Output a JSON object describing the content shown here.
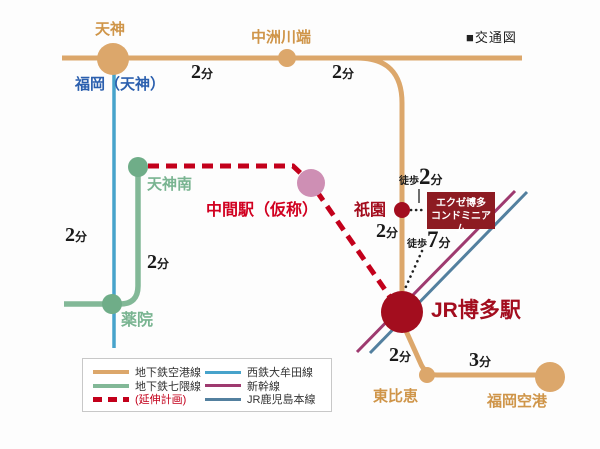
{
  "title": "■交通図",
  "colors": {
    "airport_line": "#DCA76B",
    "nanakuma_line": "#82B897",
    "extension_plan": "#C3001B",
    "nishitetsu_line": "#47A3CB",
    "shinkansen": "#9E3A6F",
    "jr_kagoshima_line": "#53809F",
    "station_dark_red": "#A30D1E",
    "property_box": "#8D1B22",
    "chukan_station_pink": "#CE8FB4",
    "label_orange": "#CF9549",
    "label_green": "#79B491",
    "label_blue": "#2B5FAE",
    "label_red": "#D10020"
  },
  "stations": {
    "tenjin": "天神",
    "nakasu_kawabata": "中洲川端",
    "fukuoka_tenjin": "福岡（天神）",
    "tenjin_minami": "天神南",
    "chukan": "中間駅（仮称）",
    "gion": "祇園",
    "yakuin": "薬院",
    "jr_hakata": "JR博多駅",
    "higashi_hie": "東比恵",
    "fukuoka_airport": "福岡空港"
  },
  "property": {
    "line1": "エクゼ博多",
    "line2": "コンドミニアム"
  },
  "times": {
    "tenjin_nakasu": {
      "num": "2",
      "unit": "分"
    },
    "nakasu_branch": {
      "num": "2",
      "unit": "分"
    },
    "nishitetsu_seg": {
      "num": "2",
      "unit": "分"
    },
    "nanakuma_seg": {
      "num": "2",
      "unit": "分"
    },
    "gion_hakata": {
      "num": "2",
      "unit": "分"
    },
    "hakata_higashihie": {
      "num": "2",
      "unit": "分"
    },
    "higashihie_airport": {
      "num": "3",
      "unit": "分"
    },
    "walk_gion": {
      "prefix": "徒歩",
      "num": "2",
      "unit": "分"
    },
    "walk_hakata": {
      "prefix": "徒歩",
      "num": "7",
      "unit": "分"
    }
  },
  "legend": {
    "airport": "地下鉄空港線",
    "nanakuma": "地下鉄七隈線",
    "extension": "(延伸計画)",
    "nishitetsu": "西鉄大牟田線",
    "shinkansen": "新幹線",
    "jr_kagoshima": "JR鹿児島本線"
  }
}
